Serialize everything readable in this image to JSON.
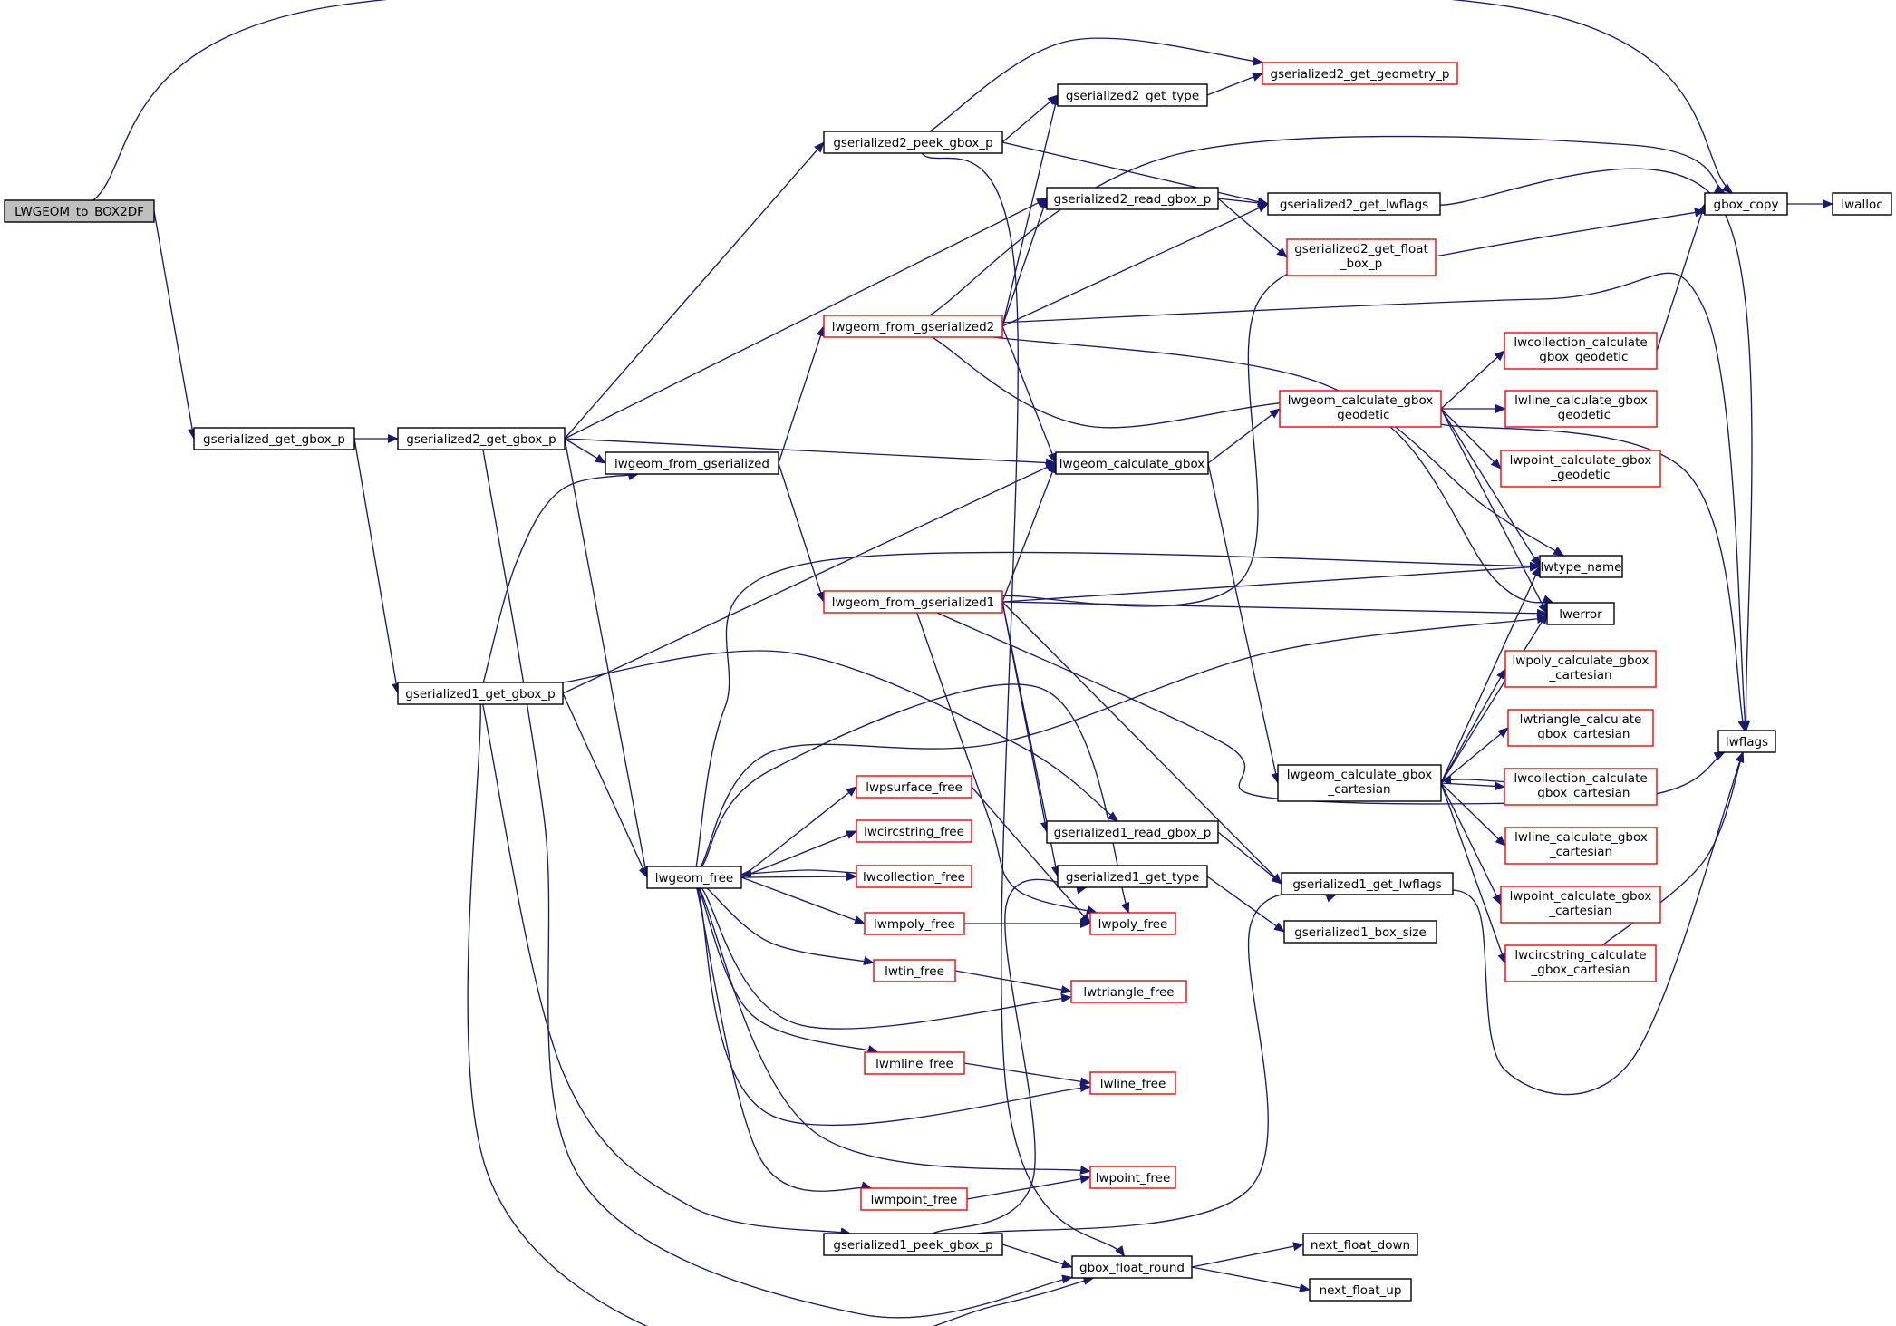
{
  "graph": {
    "colors": {
      "edge": "#191970",
      "node_border": "#000000",
      "truncated_border": "#ff0000",
      "root_fill": "#bfbfbf",
      "node_fill": "#ffffff"
    },
    "nodes": {
      "root": {
        "lines": [
          "LWGEOM_to_BOX2DF"
        ],
        "style": "root"
      },
      "gser_get_gbox": {
        "lines": [
          "gserialized_get_gbox_p"
        ],
        "style": "normal"
      },
      "gser2_get_gbox": {
        "lines": [
          "gserialized2_get_gbox_p"
        ],
        "style": "normal"
      },
      "gser1_get_gbox": {
        "lines": [
          "gserialized1_get_gbox_p"
        ],
        "style": "normal"
      },
      "gser2_peek": {
        "lines": [
          "gserialized2_peek_gbox_p"
        ],
        "style": "normal"
      },
      "lwgeom_from_gser": {
        "lines": [
          "lwgeom_from_gserialized"
        ],
        "style": "normal"
      },
      "lwgeom_free": {
        "lines": [
          "lwgeom_free"
        ],
        "style": "normal"
      },
      "gser1_peek": {
        "lines": [
          "gserialized1_peek_gbox_p"
        ],
        "style": "normal"
      },
      "lwgeom_from_gser2": {
        "lines": [
          "lwgeom_from_gserialized2"
        ],
        "style": "truncated"
      },
      "lwgeom_from_gser1": {
        "lines": [
          "lwgeom_from_gserialized1"
        ],
        "style": "truncated"
      },
      "lwpsurface_free": {
        "lines": [
          "lwpsurface_free"
        ],
        "style": "truncated"
      },
      "lwcircstring_free": {
        "lines": [
          "lwcircstring_free"
        ],
        "style": "truncated"
      },
      "lwcollection_free": {
        "lines": [
          "lwcollection_free"
        ],
        "style": "truncated"
      },
      "lwmpoly_free": {
        "lines": [
          "lwmpoly_free"
        ],
        "style": "truncated"
      },
      "lwtin_free": {
        "lines": [
          "lwtin_free"
        ],
        "style": "truncated"
      },
      "lwmline_free": {
        "lines": [
          "lwmline_free"
        ],
        "style": "truncated"
      },
      "lwmpoint_free": {
        "lines": [
          "lwmpoint_free"
        ],
        "style": "truncated"
      },
      "gser2_get_type": {
        "lines": [
          "gserialized2_get_type"
        ],
        "style": "normal"
      },
      "gser2_read_gbox": {
        "lines": [
          "gserialized2_read_gbox_p"
        ],
        "style": "normal"
      },
      "lwgeom_calc_gbox": {
        "lines": [
          "lwgeom_calculate_gbox"
        ],
        "style": "normal"
      },
      "gser1_read_gbox": {
        "lines": [
          "gserialized1_read_gbox_p"
        ],
        "style": "normal"
      },
      "gser1_get_type": {
        "lines": [
          "gserialized1_get_type"
        ],
        "style": "normal"
      },
      "lwpoly_free": {
        "lines": [
          "lwpoly_free"
        ],
        "style": "truncated"
      },
      "lwtriangle_free": {
        "lines": [
          "lwtriangle_free"
        ],
        "style": "truncated"
      },
      "lwline_free": {
        "lines": [
          "lwline_free"
        ],
        "style": "truncated"
      },
      "lwpoint_free": {
        "lines": [
          "lwpoint_free"
        ],
        "style": "truncated"
      },
      "gbox_float_round": {
        "lines": [
          "gbox_float_round"
        ],
        "style": "normal"
      },
      "gser2_get_geom": {
        "lines": [
          "gserialized2_get_geometry_p"
        ],
        "style": "truncated"
      },
      "gser2_get_lwflags": {
        "lines": [
          "gserialized2_get_lwflags"
        ],
        "style": "normal"
      },
      "gser2_get_float_box": {
        "lines": [
          "gserialized2_get_float",
          "_box_p"
        ],
        "style": "truncated"
      },
      "lwgeom_calc_gbox_geodetic": {
        "lines": [
          "lwgeom_calculate_gbox",
          "_geodetic"
        ],
        "style": "truncated"
      },
      "lwgeom_calc_gbox_cart": {
        "lines": [
          "lwgeom_calculate_gbox",
          "_cartesian"
        ],
        "style": "normal"
      },
      "gser1_get_lwflags": {
        "lines": [
          "gserialized1_get_lwflags"
        ],
        "style": "normal"
      },
      "gser1_box_size": {
        "lines": [
          "gserialized1_box_size"
        ],
        "style": "normal"
      },
      "next_float_down": {
        "lines": [
          "next_float_down"
        ],
        "style": "normal"
      },
      "next_float_up": {
        "lines": [
          "next_float_up"
        ],
        "style": "normal"
      },
      "lwcoll_gbox_geo": {
        "lines": [
          "lwcollection_calculate",
          "_gbox_geodetic"
        ],
        "style": "truncated"
      },
      "lwline_gbox_geo": {
        "lines": [
          "lwline_calculate_gbox",
          "_geodetic"
        ],
        "style": "truncated"
      },
      "lwpoint_gbox_geo": {
        "lines": [
          "lwpoint_calculate_gbox",
          "_geodetic"
        ],
        "style": "truncated"
      },
      "lwtype_name": {
        "lines": [
          "lwtype_name"
        ],
        "style": "normal"
      },
      "lwerror": {
        "lines": [
          "lwerror"
        ],
        "style": "normal"
      },
      "lwpoly_gbox_cart": {
        "lines": [
          "lwpoly_calculate_gbox",
          "_cartesian"
        ],
        "style": "truncated"
      },
      "lwtri_gbox_cart": {
        "lines": [
          "lwtriangle_calculate",
          "_gbox_cartesian"
        ],
        "style": "truncated"
      },
      "lwcoll_gbox_cart": {
        "lines": [
          "lwcollection_calculate",
          "_gbox_cartesian"
        ],
        "style": "truncated"
      },
      "lwline_gbox_cart": {
        "lines": [
          "lwline_calculate_gbox",
          "_cartesian"
        ],
        "style": "truncated"
      },
      "lwpoint_gbox_cart": {
        "lines": [
          "lwpoint_calculate_gbox",
          "_cartesian"
        ],
        "style": "truncated"
      },
      "lwcirc_gbox_cart": {
        "lines": [
          "lwcircstring_calculate",
          "_gbox_cartesian"
        ],
        "style": "truncated"
      },
      "gbox_copy": {
        "lines": [
          "gbox_copy"
        ],
        "style": "normal"
      },
      "lwalloc": {
        "lines": [
          "lwalloc"
        ],
        "style": "normal"
      },
      "lwflags": {
        "lines": [
          "lwflags"
        ],
        "style": "normal"
      }
    },
    "edges": [
      [
        "root",
        "gbox_copy"
      ],
      [
        "root",
        "gser_get_gbox"
      ],
      [
        "gser_get_gbox",
        "gser2_get_gbox"
      ],
      [
        "gser_get_gbox",
        "gser1_get_gbox"
      ],
      [
        "gser2_get_gbox",
        "gser2_peek"
      ],
      [
        "gser2_get_gbox",
        "gser2_read_gbox"
      ],
      [
        "gser2_get_gbox",
        "lwgeom_from_gser"
      ],
      [
        "gser2_get_gbox",
        "lwgeom_calc_gbox"
      ],
      [
        "gser2_get_gbox",
        "lwgeom_free"
      ],
      [
        "gser2_get_gbox",
        "gbox_float_round"
      ],
      [
        "gser2_peek",
        "gser2_get_geom"
      ],
      [
        "gser2_peek",
        "gser2_get_type"
      ],
      [
        "gser2_peek",
        "gser2_get_lwflags"
      ],
      [
        "gser2_peek",
        "gbox_float_round"
      ],
      [
        "gser2_get_type",
        "gser2_get_geom"
      ],
      [
        "gser2_read_gbox",
        "gser2_get_lwflags"
      ],
      [
        "gser2_read_gbox",
        "gser2_get_float_box"
      ],
      [
        "gser2_get_lwflags",
        "lwflags"
      ],
      [
        "lwgeom_from_gser",
        "lwgeom_from_gser2"
      ],
      [
        "lwgeom_from_gser",
        "lwgeom_from_gser1"
      ],
      [
        "lwgeom_from_gser2",
        "gser2_get_type"
      ],
      [
        "lwgeom_from_gser2",
        "gser2_read_gbox"
      ],
      [
        "lwgeom_from_gser2",
        "gser2_get_lwflags"
      ],
      [
        "lwgeom_from_gser2",
        "gbox_copy"
      ],
      [
        "lwgeom_from_gser2",
        "lwflags"
      ],
      [
        "lwgeom_from_gser2",
        "lwgeom_calc_gbox"
      ],
      [
        "lwgeom_from_gser2",
        "lwtype_name"
      ],
      [
        "lwgeom_from_gser2",
        "lwerror"
      ],
      [
        "gser1_get_gbox",
        "lwgeom_from_gser"
      ],
      [
        "gser1_get_gbox",
        "lwgeom_calc_gbox"
      ],
      [
        "gser1_get_gbox",
        "gser1_read_gbox"
      ],
      [
        "gser1_get_gbox",
        "lwgeom_free"
      ],
      [
        "gser1_get_gbox",
        "gser1_peek"
      ],
      [
        "gser1_get_gbox",
        "gbox_float_round"
      ],
      [
        "lwgeom_from_gser1",
        "lwgeom_calc_gbox"
      ],
      [
        "lwgeom_from_gser1",
        "gbox_copy"
      ],
      [
        "lwgeom_from_gser1",
        "lwtype_name"
      ],
      [
        "lwgeom_from_gser1",
        "lwerror"
      ],
      [
        "lwgeom_from_gser1",
        "gser1_read_gbox"
      ],
      [
        "lwgeom_from_gser1",
        "gser1_get_lwflags"
      ],
      [
        "lwgeom_from_gser1",
        "gser1_get_type"
      ],
      [
        "lwgeom_from_gser1",
        "lwpoly_free"
      ],
      [
        "lwgeom_from_gser1",
        "lwflags"
      ],
      [
        "lwgeom_calc_gbox",
        "lwgeom_calc_gbox_geodetic"
      ],
      [
        "lwgeom_calc_gbox",
        "lwgeom_calc_gbox_cart"
      ],
      [
        "lwgeom_calc_gbox_geodetic",
        "lwcoll_gbox_geo"
      ],
      [
        "lwgeom_calc_gbox_geodetic",
        "lwline_gbox_geo"
      ],
      [
        "lwgeom_calc_gbox_geodetic",
        "lwpoint_gbox_geo"
      ],
      [
        "lwgeom_calc_gbox_geodetic",
        "lwtype_name"
      ],
      [
        "lwgeom_calc_gbox_geodetic",
        "lwerror"
      ],
      [
        "lwgeom_calc_gbox_geodetic",
        "lwflags"
      ],
      [
        "lwcoll_gbox_geo",
        "gbox_copy"
      ],
      [
        "lwgeom_calc_gbox_cart",
        "lwtype_name"
      ],
      [
        "lwgeom_calc_gbox_cart",
        "lwerror"
      ],
      [
        "lwgeom_calc_gbox_cart",
        "lwpoly_gbox_cart"
      ],
      [
        "lwgeom_calc_gbox_cart",
        "lwtri_gbox_cart"
      ],
      [
        "lwgeom_calc_gbox_cart",
        "lwcoll_gbox_cart"
      ],
      [
        "lwgeom_calc_gbox_cart",
        "lwline_gbox_cart"
      ],
      [
        "lwgeom_calc_gbox_cart",
        "lwpoint_gbox_cart"
      ],
      [
        "lwgeom_calc_gbox_cart",
        "lwcirc_gbox_cart"
      ],
      [
        "lwcoll_gbox_cart",
        "lwgeom_calc_gbox_cart"
      ],
      [
        "lwcirc_gbox_cart",
        "lwflags"
      ],
      [
        "lwgeom_free",
        "lwtype_name"
      ],
      [
        "lwgeom_free",
        "lwerror"
      ],
      [
        "lwgeom_free",
        "lwpsurface_free"
      ],
      [
        "lwgeom_free",
        "lwcircstring_free"
      ],
      [
        "lwgeom_free",
        "lwcollection_free"
      ],
      [
        "lwgeom_free",
        "lwmpoly_free"
      ],
      [
        "lwgeom_free",
        "lwtin_free"
      ],
      [
        "lwgeom_free",
        "lwtriangle_free"
      ],
      [
        "lwgeom_free",
        "lwmline_free"
      ],
      [
        "lwgeom_free",
        "lwline_free"
      ],
      [
        "lwgeom_free",
        "lwpoint_free"
      ],
      [
        "lwgeom_free",
        "lwmpoint_free"
      ],
      [
        "lwgeom_free",
        "lwpoly_free"
      ],
      [
        "lwcollection_free",
        "lwgeom_free"
      ],
      [
        "lwpsurface_free",
        "lwpoly_free"
      ],
      [
        "lwmpoly_free",
        "lwpoly_free"
      ],
      [
        "lwtin_free",
        "lwtriangle_free"
      ],
      [
        "lwmline_free",
        "lwline_free"
      ],
      [
        "lwmpoint_free",
        "lwpoint_free"
      ],
      [
        "gser1_read_gbox",
        "gser1_get_lwflags"
      ],
      [
        "gser1_get_type",
        "gser1_box_size"
      ],
      [
        "gser1_get_lwflags",
        "lwflags"
      ],
      [
        "gser1_peek",
        "gser1_get_type"
      ],
      [
        "gser1_peek",
        "gser1_get_lwflags"
      ],
      [
        "gser1_peek",
        "gbox_float_round"
      ],
      [
        "gbox_float_round",
        "next_float_down"
      ],
      [
        "gbox_float_round",
        "next_float_up"
      ],
      [
        "gbox_copy",
        "lwalloc"
      ]
    ]
  }
}
